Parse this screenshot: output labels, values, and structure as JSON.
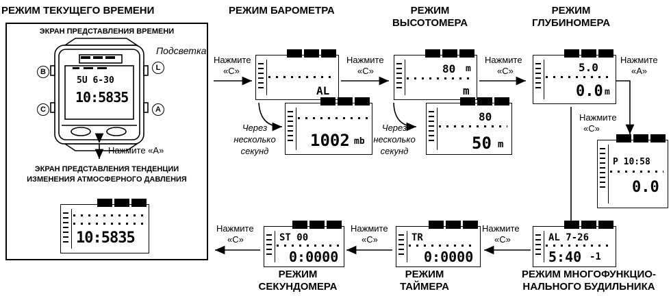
{
  "titles": {
    "current_time": "РЕЖИМ ТЕКУЩЕГО ВРЕМЕНИ",
    "barometer": "РЕЖИМ БАРОМЕТРА",
    "altimeter_1": "РЕЖИМ",
    "altimeter_2": "ВЫСОТОМЕРА",
    "depth_1": "РЕЖИМ",
    "depth_2": "ГЛУБИНОМЕРА",
    "stopwatch_1": "РЕЖИМ",
    "stopwatch_2": "СЕКУНДОМЕРА",
    "timer_1": "РЕЖИМ",
    "timer_2": "ТАЙМЕРА",
    "alarm_1": "РЕЖИМ МНОГОФУНКЦИО-",
    "alarm_2": "НАЛЬНОГО БУДИЛЬНИКА"
  },
  "panel": {
    "time_screen": "ЭКРАН ПРЕДСТАВЛЕНИЯ ВРЕМЕНИ",
    "trend_1": "ЭКРАН ПРЕДСТАВЛЕНИЯ ТЕНДЕНЦИИ",
    "trend_2": "ИЗМЕНЕНИЯ АТМОСФЕРНОГО ДАВЛЕНИЯ",
    "backlight": "Подсветка",
    "press_a": "Нажмите «A»"
  },
  "buttons": {
    "b": "B",
    "c": "C",
    "l": "L",
    "a": "A"
  },
  "labels": {
    "press": "Нажмите",
    "c": "«C»",
    "a": "«A»",
    "after_1": "Через",
    "after_2": "несколько",
    "after_3": "секунд"
  },
  "lcd": {
    "watch_main": "10:5835",
    "watch_top": "5U  6-30",
    "trend_main": "10:5835",
    "baro_top": "AL",
    "baro_main": "1002",
    "baro_unit": "mb",
    "alt_top": "80",
    "alt_top_unit": "m",
    "alt_main_a": "80",
    "alt_main_b": "50",
    "alt_unit": "m",
    "depth_top": "5.0",
    "depth_main": "0.0",
    "depth_unit": "m",
    "depth2_top": "P  10:58",
    "depth2_main": "0.0",
    "alarm_top": "AL  7-26",
    "alarm_main": "5:40",
    "alarm_sub": "-1",
    "timer_top": "TR",
    "timer_main": "0:0000",
    "stop_top": "ST   00",
    "stop_main": "0:0000"
  }
}
